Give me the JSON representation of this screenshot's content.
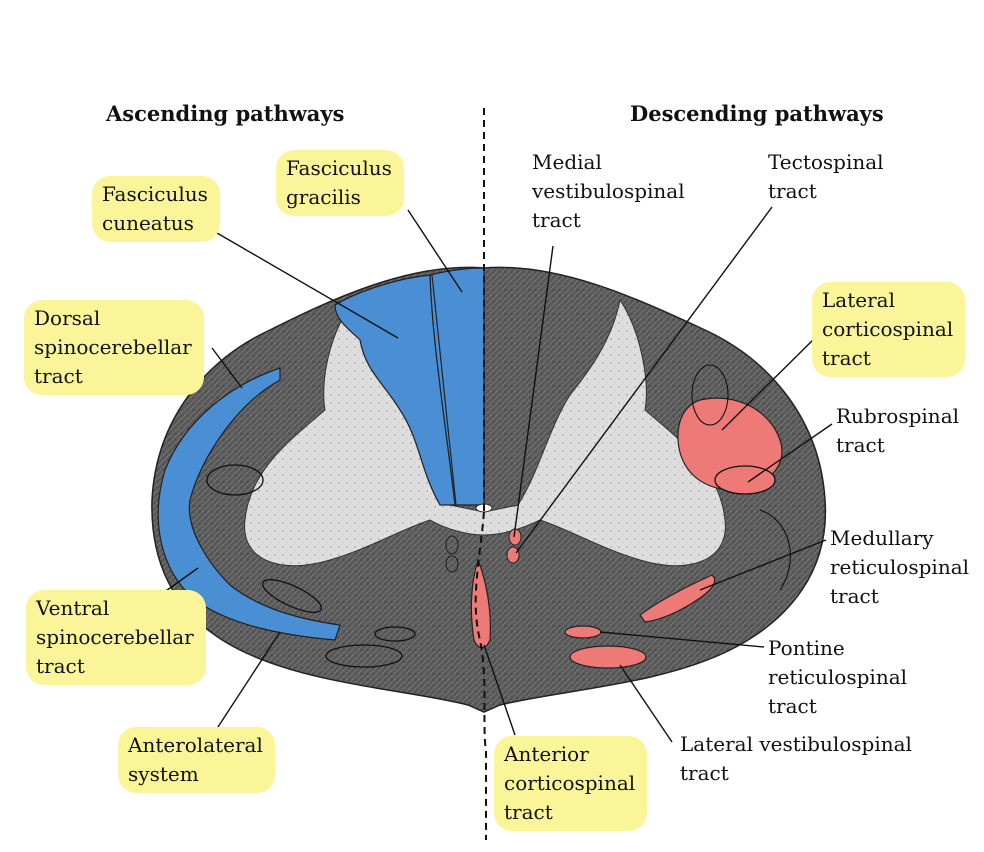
{
  "headings": {
    "ascending": "Ascending pathways",
    "descending": "Descending pathways"
  },
  "labels": {
    "fasciculus_gracilis": [
      "Fasciculus",
      "gracilis"
    ],
    "fasciculus_cuneatus": [
      "Fasciculus",
      "cuneatus"
    ],
    "dorsal_spinocerebellar": [
      "Dorsal",
      "spinocerebellar",
      "tract"
    ],
    "ventral_spinocerebellar": [
      "Ventral",
      "spinocerebellar",
      "tract"
    ],
    "anterolateral_system": [
      "Anterolateral",
      "system"
    ],
    "medial_vestibulospinal": [
      "Medial",
      "vestibulospinal",
      "tract"
    ],
    "tectospinal": [
      "Tectospinal",
      "tract"
    ],
    "lateral_corticospinal": [
      "Lateral",
      "corticospinal",
      "tract"
    ],
    "rubrospinal": [
      "Rubrospinal",
      "tract"
    ],
    "medullary_reticulospinal": [
      "Medullary",
      "reticulospinal",
      "tract"
    ],
    "pontine_reticulospinal": [
      "Pontine",
      "reticulospinal",
      "tract"
    ],
    "lateral_vestibulospinal": [
      "Lateral vestibulospinal",
      "tract"
    ],
    "anterior_corticospinal": [
      "Anterior",
      "corticospinal",
      "tract"
    ]
  },
  "colors": {
    "ascending_fill": "#4a8fd4",
    "descending_fill": "#ee7a78",
    "highlight": "#fbf59a",
    "white_matter": "#5c5c5c",
    "gray_matter": "#d4d4d4"
  }
}
